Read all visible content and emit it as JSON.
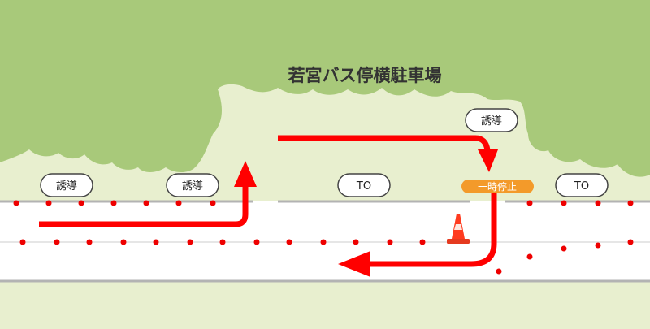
{
  "title": "若宮バス停横駐車場",
  "labels": {
    "guide_left_1": "誘導",
    "guide_left_2": "誘導",
    "guide_top_right": "誘導",
    "to_center": "TO",
    "to_right": "TO",
    "stop_sign": "一時停止"
  },
  "colors": {
    "background": "#e8efcf",
    "trees": "#a8c97a",
    "lot_light": "#dfeac0",
    "road": "#ffffff",
    "road_edge": "#b3b3b3",
    "arrow": "#ff0000",
    "dots": "#ee0000",
    "stop_badge": "#f39a2a",
    "cone": "#ff3b1f"
  },
  "icons": [
    "traffic-cone-icon",
    "arrow-icon"
  ]
}
